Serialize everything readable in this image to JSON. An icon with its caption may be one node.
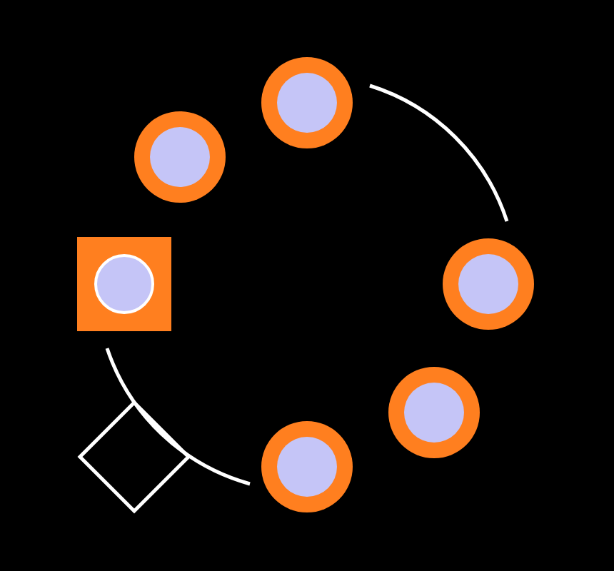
{
  "diagram": {
    "nodes": [
      {
        "text": [],
        "shape": "circle"
      },
      {
        "text": [],
        "shape": "circle"
      },
      {
        "text": [],
        "shape": "box"
      },
      {
        "text": [],
        "shape": "circle"
      },
      {
        "text": [],
        "shape": "circle"
      },
      {
        "text": [],
        "shape": "diamond"
      },
      {
        "text": [],
        "shape": "circle"
      }
    ]
  }
}
